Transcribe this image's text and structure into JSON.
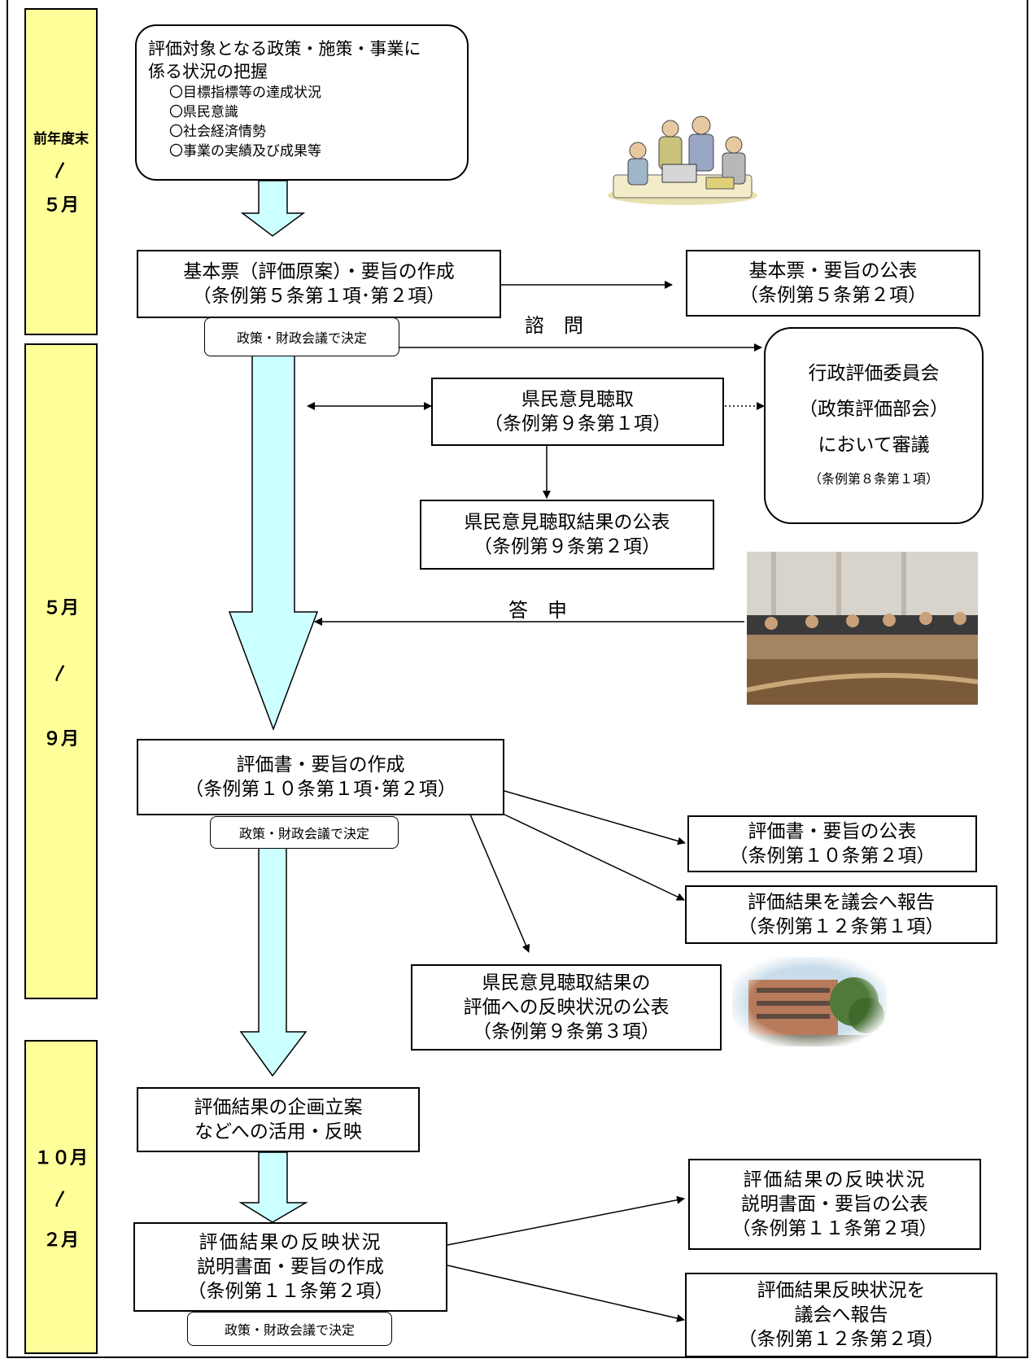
{
  "periods": [
    {
      "lines": [
        "前年度末",
        "〳",
        "５月"
      ]
    },
    {
      "lines": [
        "５月",
        "〳",
        "９月"
      ]
    },
    {
      "lines": [
        "１０月",
        "〳",
        "２月"
      ]
    }
  ],
  "boxes": {
    "survey": {
      "title": [
        "評価対象となる政策・施策・事業に",
        "係る状況の把握"
      ],
      "items": [
        "〇目標指標等の達成状況",
        "〇県民意識",
        "〇社会経済情勢",
        "〇事業の実績及び成果等"
      ]
    },
    "basic_sheet": [
      "基本票（評価原案）・要旨の作成",
      "（条例第５条第１項･第２項）"
    ],
    "basic_publish": [
      "基本票・要旨の公表",
      "（条例第５条第２項）"
    ],
    "committee": [
      "行政評価委員会",
      "（政策評価部会）",
      "において審議",
      "（条例第８条第１項）"
    ],
    "hearing": [
      "県民意見聴取",
      "（条例第９条第１項）"
    ],
    "hearing_publish": [
      "県民意見聴取結果の公表",
      "（条例第９条第２項）"
    ],
    "eval_doc": [
      "評価書・要旨の作成",
      "（条例第１０条第１項･第２項）"
    ],
    "eval_publish": [
      "評価書・要旨の公表",
      "（条例第１０条第２項）"
    ],
    "eval_report": [
      "評価結果を議会へ報告",
      "（条例第１２条第１項）"
    ],
    "reflect_publish": [
      "県民意見聴取結果の",
      "評価への反映状況の公表",
      "（条例第９条第３項）"
    ],
    "utilize": [
      "評価結果の企画立案",
      "などへの活用・反映"
    ],
    "reflect_doc": [
      "評価結果の反映状況",
      "説明書面・要旨の作成",
      "（条例第１１条第２項）"
    ],
    "reflect_doc_publish": [
      "評価結果の反映状況",
      "説明書面・要旨の公表",
      "（条例第１１条第２項）"
    ],
    "reflect_report": [
      "評価結果反映状況を",
      "議会へ報告",
      "（条例第１２条第２項）"
    ]
  },
  "decision_label": "政策・財政会議で決定",
  "labels": {
    "inquiry": "諮　問",
    "answer": "答　申"
  },
  "colors": {
    "period_fill": "#ffff99",
    "arrow_fill": "#ccffff"
  }
}
